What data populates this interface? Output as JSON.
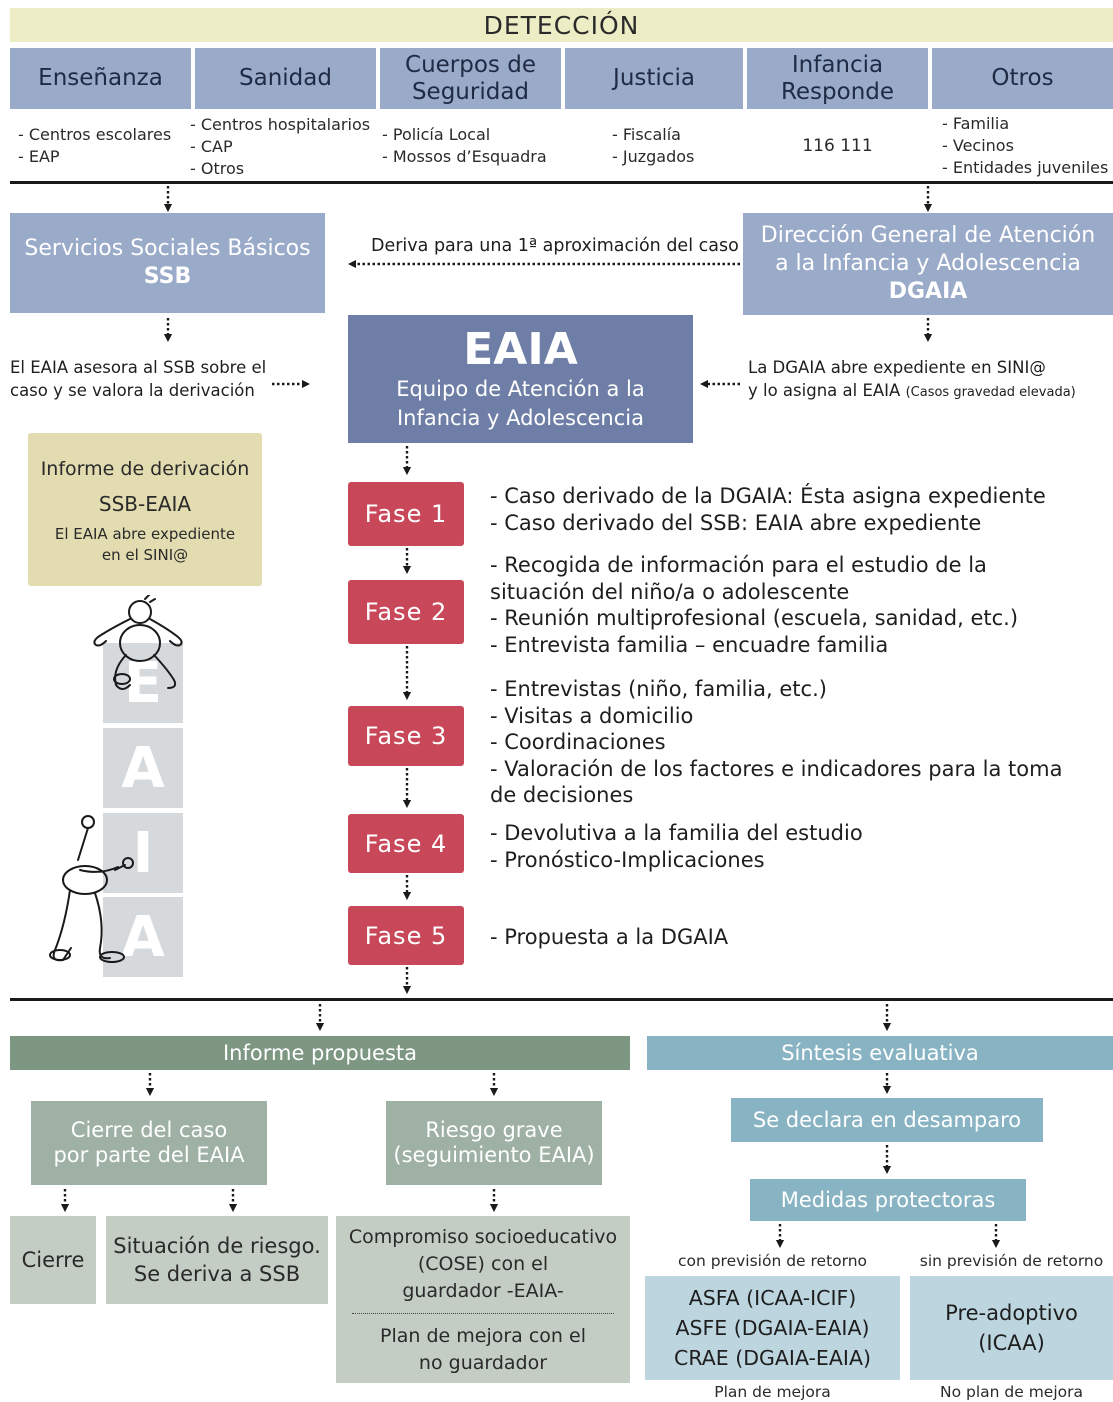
{
  "header": {
    "title": "DETECCIÓN"
  },
  "sectors": [
    {
      "name": "Enseñanza",
      "items": "- Centros escolares\n- EAP"
    },
    {
      "name": "Sanidad",
      "items": "- Centros hospitalarios\n- CAP\n- Otros"
    },
    {
      "name": "Cuerpos de\nSeguridad",
      "items": "- Policía Local\n- Mossos d’Esquadra"
    },
    {
      "name": "Justicia",
      "items": "- Fiscalía\n- Juzgados"
    },
    {
      "name": "Infancia\nResponde",
      "items": "116 111"
    },
    {
      "name": "Otros",
      "items": "- Familia\n- Vecinos\n- Entidades juveniles"
    }
  ],
  "ssb": {
    "title": "Servicios Sociales Básicos",
    "abbr": "SSB"
  },
  "dgaia": {
    "title": "Dirección General de Atención\na la Infancia y Adolescencia",
    "abbr": "DGAIA"
  },
  "arrow_deriva": "Deriva para una 1ª aproximación del caso",
  "eaia": {
    "title": "EAIA",
    "subtitle": "Equipo de Atención a la\nInfancia y Adolescencia"
  },
  "left_note": "El EAIA asesora al SSB sobre el\ncaso y se valora la derivación",
  "right_note": "La DGAIA abre expediente en SINI@\ny lo asigna al EAIA",
  "right_note_small": "(Casos gravedad elevada)",
  "informe_derivacion": {
    "title": "Informe de derivación",
    "sub": "SSB-EAIA",
    "note": "El EAIA abre expediente\nen el SINI@"
  },
  "illustration": {
    "letters": [
      "E",
      "A",
      "I",
      "A"
    ]
  },
  "phases": [
    {
      "label": "Fase 1",
      "text": "- Caso derivado de la DGAIA: Ésta asigna expediente\n- Caso derivado del SSB: EAIA abre expediente"
    },
    {
      "label": "Fase 2",
      "text": "- Recogida de información para el estudio de la\n  situación del niño/a o adolescente\n- Reunión multiprofesional (escuela, sanidad, etc.)\n- Entrevista familia – encuadre familia"
    },
    {
      "label": "Fase 3",
      "text": "- Entrevistas (niño, familia, etc.)\n- Visitas a domicilio\n- Coordinaciones\n- Valoración de los factores e indicadores para la toma\n  de decisiones"
    },
    {
      "label": "Fase 4",
      "text": "- Devolutiva a la familia del estudio\n- Pronóstico-Implicaciones"
    },
    {
      "label": "Fase 5",
      "text": "- Propuesta a la DGAIA"
    }
  ],
  "bottom": {
    "informe_propuesta": "Informe propuesta",
    "sintesis": "Síntesis evaluativa",
    "cierre_eaia": "Cierre del caso\npor parte del EAIA",
    "riesgo_grave": "Riesgo grave\n(seguimiento EAIA)",
    "cierre": "Cierre",
    "situacion_riesgo": "Situación de riesgo.\nSe deriva a SSB",
    "compromiso": "Compromiso socioeducativo\n(COSE) con el\nguardador -EAIA-",
    "plan_no_guardador": "Plan de mejora con el\nno guardador",
    "desamparo": "Se declara en desamparo",
    "medidas": "Medidas protectoras",
    "con_prevision": "con previsión de retorno",
    "sin_prevision": "sin previsión de retorno",
    "asfa": "ASFA (ICAA-ICIF)\nASFE (DGAIA-EAIA)\nCRAE (DGAIA-EAIA)",
    "preadoptivo": "Pre-adoptivo\n(ICAA)",
    "plan_mejora": "Plan de mejora",
    "no_plan_mejora": "No plan de mejora"
  },
  "colors": {
    "lavender": "#9aaac9",
    "navy": "#6e7ea6",
    "red": "#c8485a",
    "sage": "#9fb0a4",
    "sage_dark": "#7d9783",
    "teal": "#88b3c2",
    "teal_light": "#bcd5df",
    "tan": "#e2dcb0",
    "header": "#ecedc5"
  }
}
